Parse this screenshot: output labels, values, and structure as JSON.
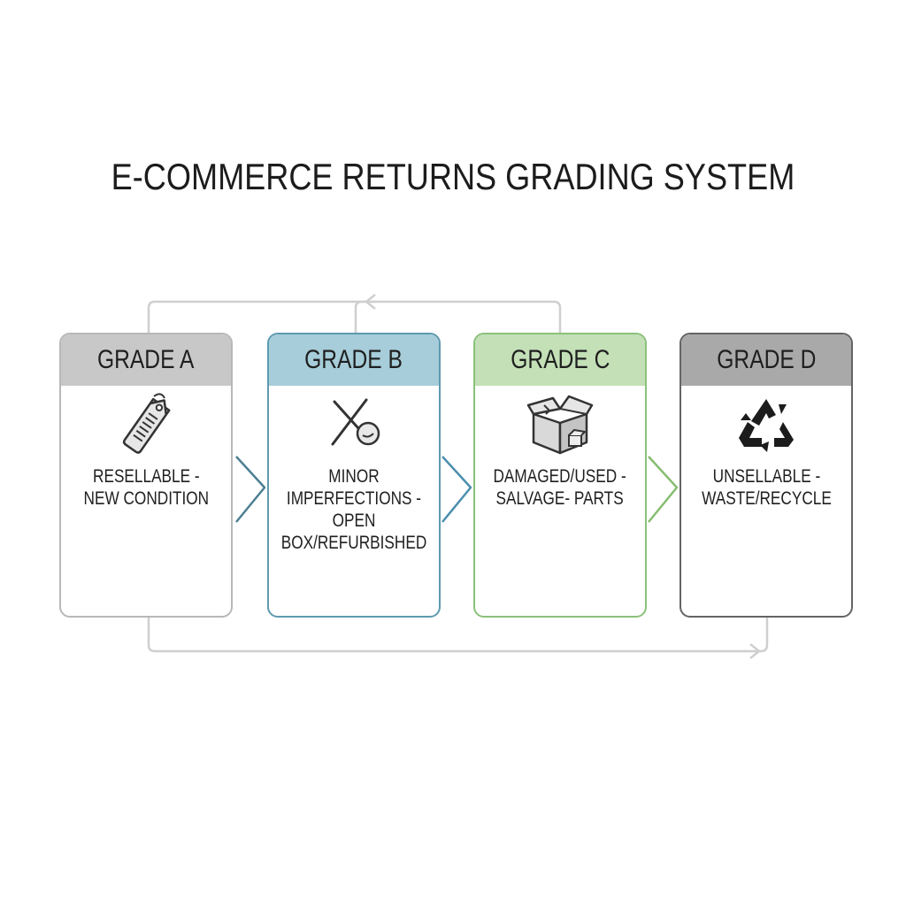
{
  "title": "E-COMMERCE RETURNS GRADING SYSTEM",
  "grades": [
    {
      "label": "GRADE A",
      "description": "RESELLABLE -\nNEW CONDITION",
      "icon": "price-tag-icon",
      "accent": "#c8c8c8"
    },
    {
      "label": "GRADE B",
      "description": "MINOR\nIMPERFECTIONS -\nOPEN BOX/REFURBISHED",
      "icon": "scratch-icon",
      "accent": "#a6cdd9"
    },
    {
      "label": "GRADE C",
      "description": "DAMAGED/USED -\nSALVAGE- PARTS",
      "icon": "damaged-box-icon",
      "accent": "#c3e0b7"
    },
    {
      "label": "GRADE D",
      "description": "UNSELLABLE -\nWASTE/RECYCLE",
      "icon": "recycle-icon",
      "accent": "#a9a9a9"
    }
  ]
}
